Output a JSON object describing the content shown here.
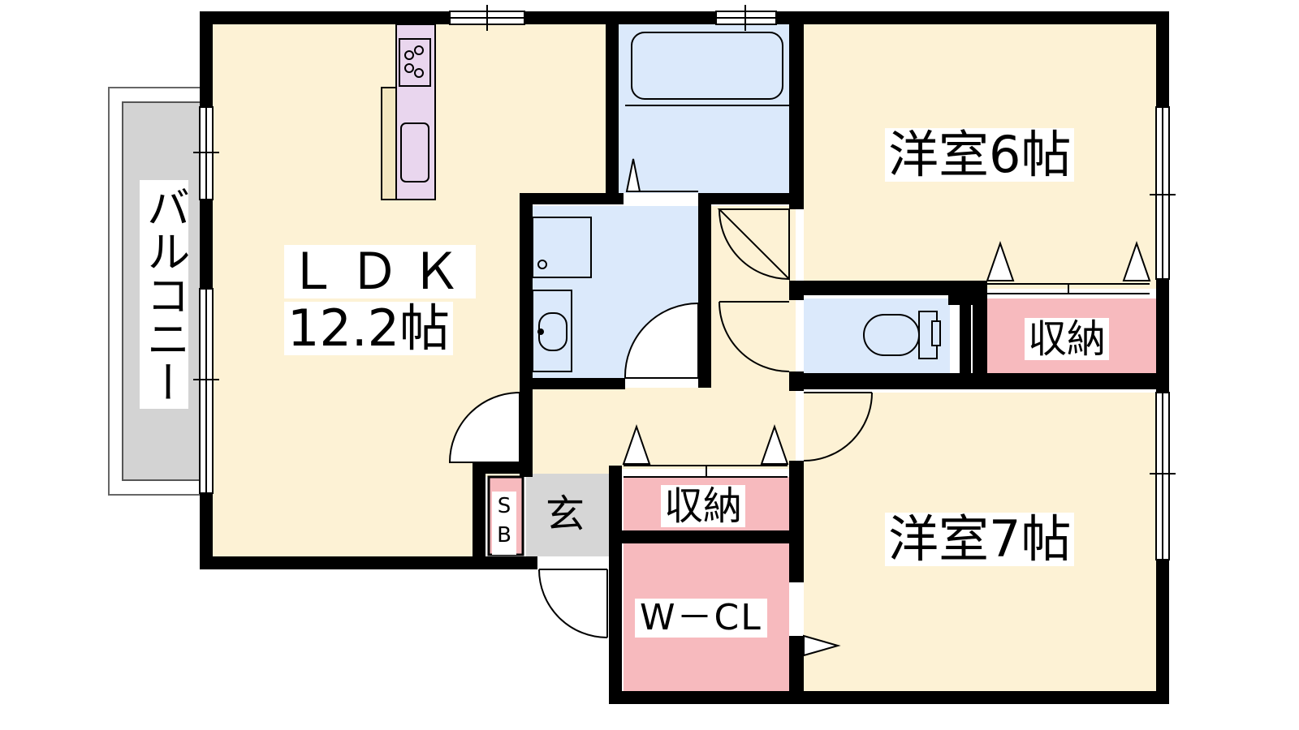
{
  "rooms": {
    "ldk": {
      "name": "ＬＤＫ",
      "size": "12.2帖"
    },
    "western_6": {
      "label": "洋室6帖"
    },
    "western_7": {
      "label": "洋室7帖"
    },
    "storage_top": {
      "label": "収納"
    },
    "storage_center": {
      "label": "収納"
    },
    "walk_in_closet": {
      "label": "W－CL"
    },
    "entrance": {
      "label": "玄"
    },
    "shoe_box": {
      "label": "SB"
    },
    "balcony": {
      "label": "バルコニー"
    }
  },
  "colors": {
    "ldk_floor": "#fdf2d5",
    "wet_area": "#dbe9fb",
    "storage": "#f7babe",
    "kitchen": "#e9d6ee",
    "entrance": "#d6d6d6",
    "balcony": "#d3d3d3",
    "wall": "#000000"
  }
}
